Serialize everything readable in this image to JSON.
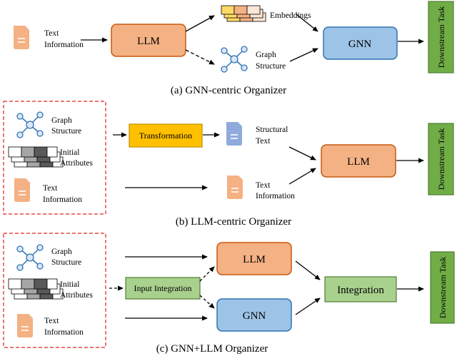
{
  "colors": {
    "llm_fill": "#f4b183",
    "llm_stroke": "#c55a11",
    "gnn_fill": "#9dc3e6",
    "gnn_stroke": "#2e75b6",
    "task_fill": "#70ad47",
    "task_stroke": "#507e32",
    "transform_fill": "#ffc000",
    "transform_stroke": "#bf9000",
    "integration_fill": "#a9d18e",
    "integration_stroke": "#507e32",
    "dashed_border": "#e02020",
    "doc_orange": "#f4b183",
    "doc_blue": "#8faadc",
    "graph_node": "#5b9bd5",
    "embedding_colors": [
      "#ffd966",
      "#f4b183",
      "#fbe5d6"
    ],
    "attribute_colors": [
      "#ffffff",
      "#a6a6a6",
      "#595959"
    ]
  },
  "icons": {
    "document": "document-icon",
    "graph": "graph-structure-icon",
    "embeddings": "embedding-stack-icon",
    "attributes": "attribute-stack-icon"
  },
  "panel_a": {
    "caption": "(a) GNN-centric Organizer",
    "text_info": [
      "Text",
      "Information"
    ],
    "llm": "LLM",
    "embeddings": "Embeddings",
    "graph_structure": [
      "Graph",
      "Structure"
    ],
    "gnn": "GNN",
    "downstream": "Downstream Task"
  },
  "panel_b": {
    "caption": "(b) LLM-centric Organizer",
    "graph_structure": [
      "Graph",
      "Structure"
    ],
    "initial_attributes": [
      "Initial",
      "Attributes"
    ],
    "text_info": [
      "Text",
      "Information"
    ],
    "transformation": "Transformation",
    "structural_text": [
      "Structural",
      "Text"
    ],
    "text_info_2": [
      "Text",
      "Information"
    ],
    "llm": "LLM",
    "downstream": "Downstream Task"
  },
  "panel_c": {
    "caption": "(c) GNN+LLM Organizer",
    "graph_structure": [
      "Graph",
      "Structure"
    ],
    "initial_attributes": [
      "Initial",
      "Attributes"
    ],
    "text_info": [
      "Text",
      "Information"
    ],
    "input_integration": "Input Integration",
    "llm": "LLM",
    "gnn": "GNN",
    "integration": "Integration",
    "downstream": "Downstream Task"
  }
}
